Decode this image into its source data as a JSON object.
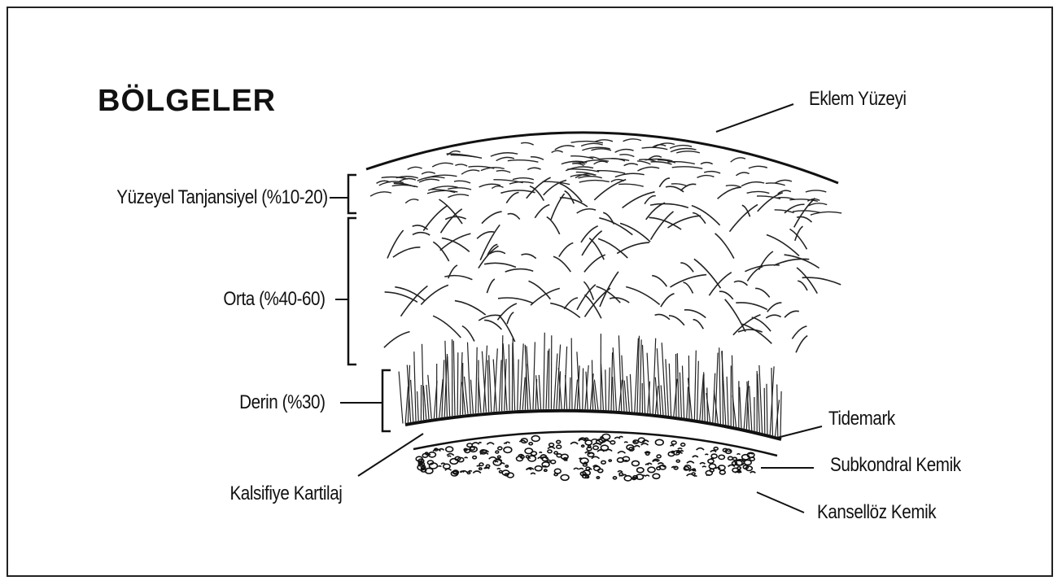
{
  "title": "BÖLGELER",
  "zones": {
    "superficial": "Yüzeyel Tanjansiyel (%10-20)",
    "middle": "Orta (%40-60)",
    "deep": "Derin (%30)",
    "calcified": "Kalsifiye Kartilaj"
  },
  "structures": {
    "articular_surface": "Eklem Yüzeyi",
    "tidemark": "Tidemark",
    "subchondral_bone": "Subkondral Kemik",
    "cancellous_bone": "Kansellöz Kemik"
  }
}
